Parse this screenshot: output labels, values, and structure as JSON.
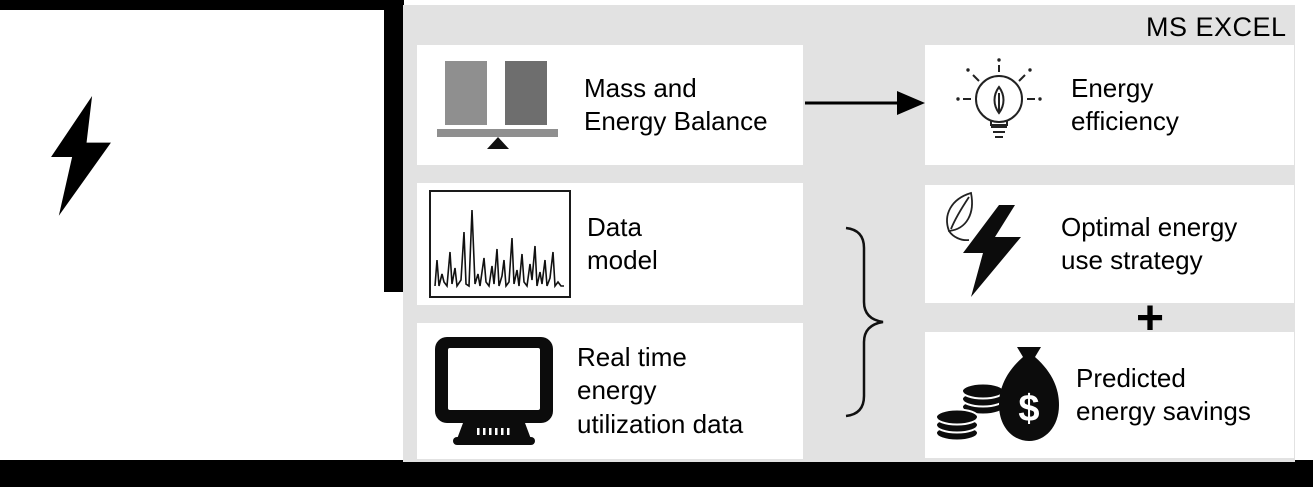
{
  "colors": {
    "panel_bg": "#e2e2e2",
    "box_bg": "#ffffff",
    "ink": "#000000",
    "balance_left": "#8f8f8f",
    "balance_right": "#6e6e6e"
  },
  "header": {
    "app_label": "MS EXCEL"
  },
  "inputs": {
    "boxes": [
      {
        "id": "mass-energy-balance",
        "label": "Mass and\nEnergy Balance",
        "icon": "balance-scale-icon"
      },
      {
        "id": "data-model",
        "label": "Data\nmodel",
        "icon": "signal-chart-icon"
      },
      {
        "id": "real-time-data",
        "label": "Real time\nenergy\nutilization data",
        "icon": "monitor-icon"
      }
    ]
  },
  "outputs": {
    "boxes": [
      {
        "id": "energy-efficiency",
        "label": "Energy\nefficiency",
        "icon": "eco-bulb-icon"
      },
      {
        "id": "optimal-energy-use",
        "label": "Optimal energy\nuse strategy",
        "icon": "leaf-lightning-icon"
      },
      {
        "id": "predicted-savings",
        "label": "Predicted\nenergy savings",
        "icon": "money-bag-coins-icon"
      }
    ],
    "plus_sign": "+"
  }
}
